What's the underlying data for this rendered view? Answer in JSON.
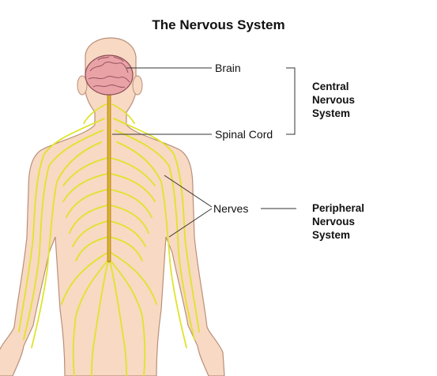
{
  "title": "The Nervous System",
  "labels": {
    "brain": "Brain",
    "spinal_cord": "Spinal Cord",
    "nerves": "Nerves"
  },
  "groups": {
    "central": [
      "Central",
      "Nervous",
      "System"
    ],
    "peripheral": [
      "Peripheral",
      "Nervous",
      "System"
    ]
  },
  "colors": {
    "skin": "#f8d9c3",
    "skin_outline": "#b98f79",
    "nerve": "#e0e32b",
    "spinal": "#c9902e",
    "brain": "#e9a2a6",
    "brain_outline": "#8a4a55",
    "leader": "#333333"
  }
}
